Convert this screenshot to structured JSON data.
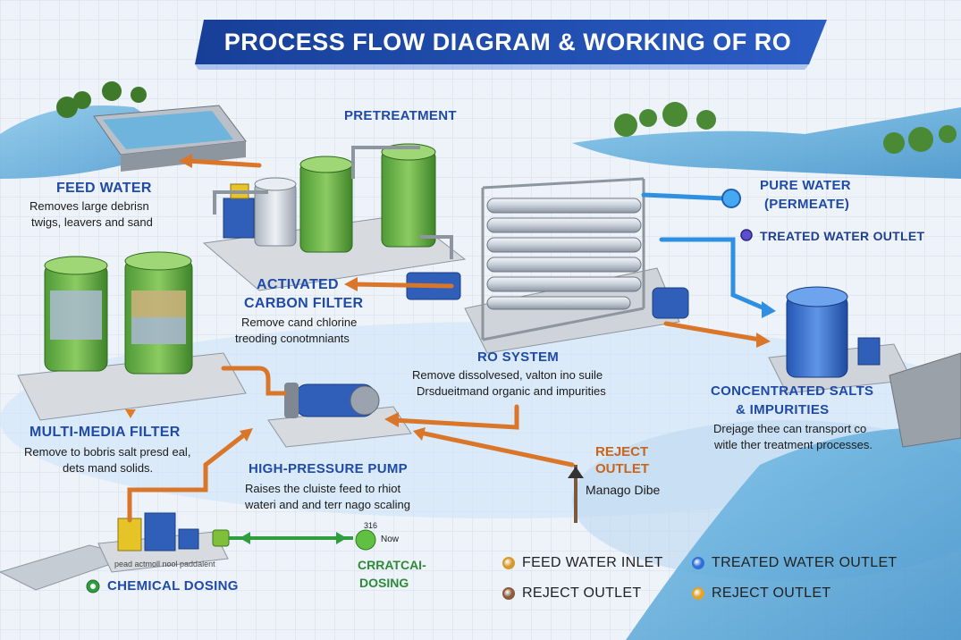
{
  "title": "PROCESS FLOW DIAGRAM & WORKING OF RO",
  "stages": {
    "pretreatment": {
      "label": "PRETREATMENT"
    },
    "feed_water": {
      "label": "FEED WATER",
      "desc_line1": "Removes large debrisn",
      "desc_line2": "twigs, leavers and sand"
    },
    "pure_water": {
      "label_line1": "PURE WATER",
      "label_line2": "(PERMEATE)"
    },
    "treated_outlet": {
      "label": "TREATED WATER OUTLET"
    },
    "activated_carbon": {
      "label_line1": "ACTIVATED",
      "label_line2": "CARBON FILTER",
      "desc_line1": "Remove cand chlorine",
      "desc_line2": "treoding conotmniants"
    },
    "ro_system": {
      "label": "RO SYSTEM",
      "desc_line1": "Remove dissolvesed, valton ino suile",
      "desc_line2": "Drsdueitmand organic and impurities"
    },
    "concentrated": {
      "label_line1": "CONCENTRATED SALTS",
      "label_line2": "& IMPURITIES",
      "desc_line1": "Drejage thee can transport co",
      "desc_line2": "witle ther treatment processes."
    },
    "multimedia": {
      "label": "MULTI-MEDIA FILTER",
      "desc_line1": "Remove to bobris salt presd eal,",
      "desc_line2": "dets mand solids."
    },
    "pump": {
      "label": "HIGH-PRESSURE PUMP",
      "desc_line1": "Raises the cluiste feed to rhiot",
      "desc_line2": "wateri and and terr nago scaling"
    },
    "reject": {
      "label_line1": "REJECT",
      "label_line2": "OUTLET",
      "desc": "Manago Dibe"
    },
    "chemical": {
      "label": "CHEMICAL DOSING",
      "small_text": "pead actmoll nool paddalent"
    },
    "critical": {
      "label_line1": "CRRATCAI-",
      "label_line2": "DOSING",
      "small_num": "316",
      "small_word": "Now"
    }
  },
  "legend": [
    {
      "label": "FEED WATER INLET",
      "color": "#d69a2a"
    },
    {
      "label": "TREATED WATER OUTLET",
      "color": "#2f6fd6"
    },
    {
      "label": "REJECT OUTLET",
      "color": "#8a5a3a"
    },
    {
      "label": "REJECT OUTLET",
      "color": "#e0a32c"
    }
  ],
  "colors": {
    "banner": "#1d49a8",
    "flow_orange": "#d9762a",
    "flow_blue": "#2f8fe0",
    "flow_green": "#2f9e3e",
    "tank_green": "#6fb34a",
    "tank_blue": "#3f78d6"
  }
}
